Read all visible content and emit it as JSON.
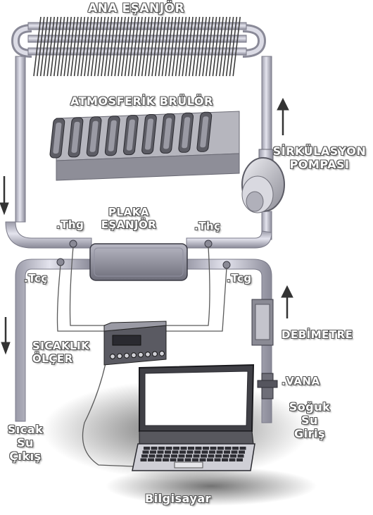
{
  "labels": {
    "main_exchanger": "ANA EŞANJÖR",
    "burner": "ATMOSFERİK BRÜLÖR",
    "pump_line1": "SİRKÜLASYON",
    "pump_line2": "POMPASI",
    "plate_line1": "PLAKA",
    "plate_line2": "EŞANJÖR",
    "thg": ".Thg",
    "thc": ".Thç",
    "tcc": ".Tcç",
    "tcg": ".Tcg",
    "flowmeter": "DEBİMETRE",
    "meter_line1": "SICAKLIK",
    "meter_line2": "ÖLÇER",
    "valve": ".VANA",
    "cold_line1": "Soğuk",
    "cold_line2": "Su",
    "cold_line3": "Giriş",
    "hot_line1": "Sıcak",
    "hot_line2": "Su",
    "hot_line3": "Çıkış",
    "computer": "Bilgisayar"
  },
  "colors": {
    "pipe": "#c9c9d6",
    "pipe_edge": "#7a7a88",
    "fins": "#3a3a3a",
    "burner": "#a8a8b0",
    "device": "#4a4a52",
    "arrow": "#333333"
  }
}
